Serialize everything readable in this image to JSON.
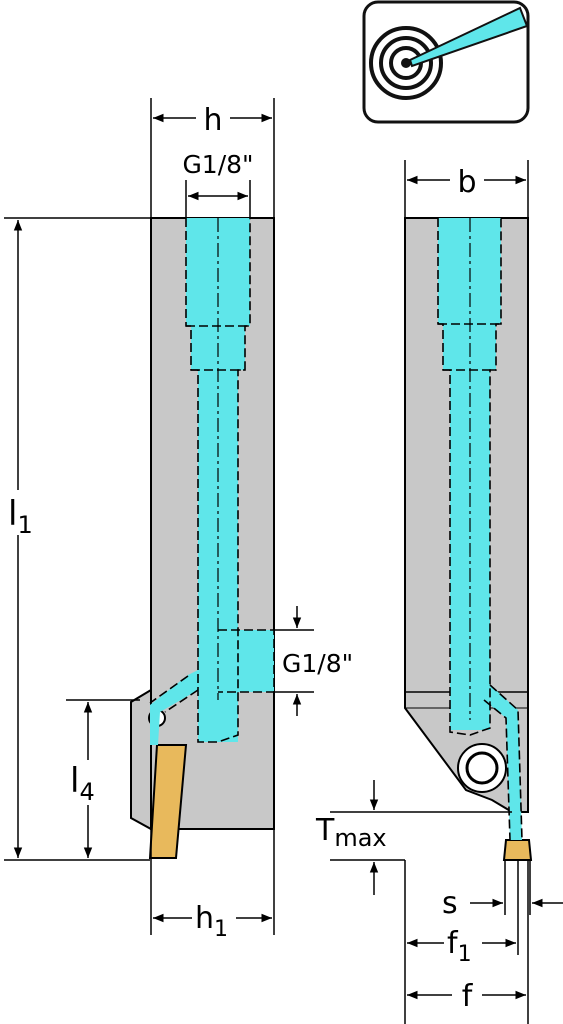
{
  "icon": {
    "name": "internal-coolant-target-icon"
  },
  "colors": {
    "body": "#c8c8c8",
    "coolant": "#5fe6ea",
    "insert": "#e8b95c",
    "line": "#000000",
    "icon_stroke": "#111111",
    "background": "#ffffff"
  },
  "dimensions": {
    "h": "h",
    "b": "b",
    "g_top": "G1/8\"",
    "g_side": "G1/8\"",
    "l1_main": "l",
    "l1_sub": "1",
    "l4_main": "l",
    "l4_sub": "4",
    "h1_main": "h",
    "h1_sub": "1",
    "tmax_main": "T",
    "tmax_sub": "max",
    "s": "s",
    "f1_main": "f",
    "f1_sub": "1",
    "f": "f"
  }
}
